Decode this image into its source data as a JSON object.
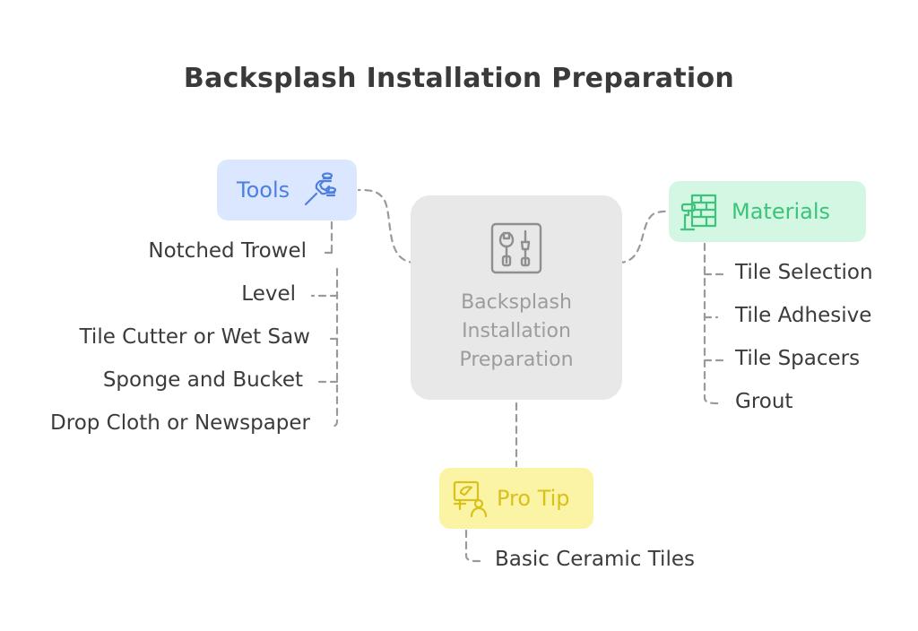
{
  "title": "Backsplash Installation Preparation",
  "center": {
    "label": "Backsplash Installation Preparation",
    "icon": "tools-panel-icon"
  },
  "tools": {
    "label": "Tools",
    "icon": "wrench-bolts-icon",
    "color": "#4d7fe0",
    "items": [
      "Notched Trowel",
      "Level",
      "Tile Cutter or Wet Saw",
      "Sponge and Bucket",
      "Drop Cloth or Newspaper"
    ]
  },
  "materials": {
    "label": "Materials",
    "icon": "paint-roller-wall-icon",
    "color": "#3cc47a",
    "items": [
      "Tile Selection",
      "Tile Adhesive",
      "Tile Spacers",
      "Grout"
    ]
  },
  "pro_tip": {
    "label": "Pro Tip",
    "icon": "presenter-board-icon",
    "color": "#d9c01c",
    "items": [
      "Basic Ceramic Tiles"
    ]
  }
}
